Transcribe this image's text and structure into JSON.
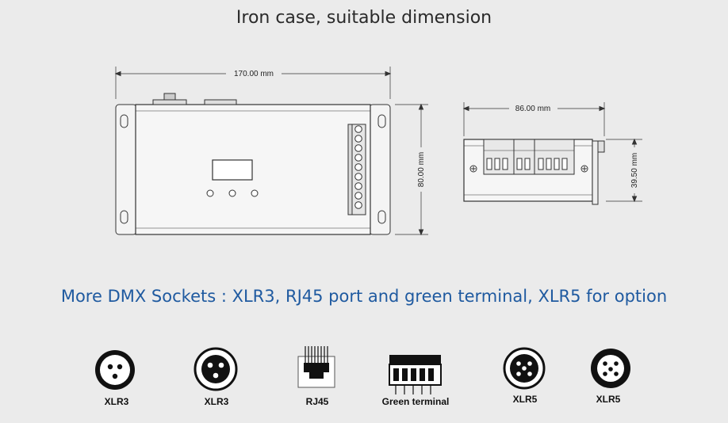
{
  "title": "Iron case, suitable dimension",
  "subtitle": "More DMX Sockets : XLR3, RJ45 port and green terminal, XLR5 for option",
  "dimensions": {
    "width": "170.00 mm",
    "height": "80.00 mm",
    "depth": "86.00 mm",
    "side_height": "39.50 mm"
  },
  "sockets": [
    {
      "label": "XLR3",
      "icon": "xlr3-socket-icon"
    },
    {
      "label": "XLR3",
      "icon": "xlr3-socket-icon"
    },
    {
      "label": "RJ45",
      "icon": "rj45-port-icon"
    },
    {
      "label": "Green terminal",
      "icon": "green-terminal-icon"
    },
    {
      "label": "XLR5",
      "icon": "xlr5-socket-icon"
    },
    {
      "label": "XLR5",
      "icon": "xlr5-socket-icon"
    }
  ],
  "colors": {
    "title": "#2a2a2a",
    "subtitle": "#1f5aa0",
    "line": "#333333"
  }
}
